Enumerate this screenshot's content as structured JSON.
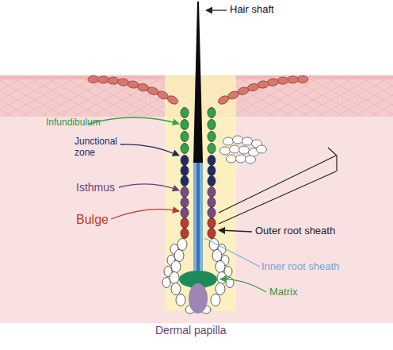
{
  "diagram": {
    "labels": [
      "Hair shaft",
      "Infundibulum",
      "Junctional zone",
      "Isthmus",
      "Bulge",
      "Outer root sheath",
      "Inner root sheath",
      "Matrix",
      "Dermal papilla"
    ]
  }
}
